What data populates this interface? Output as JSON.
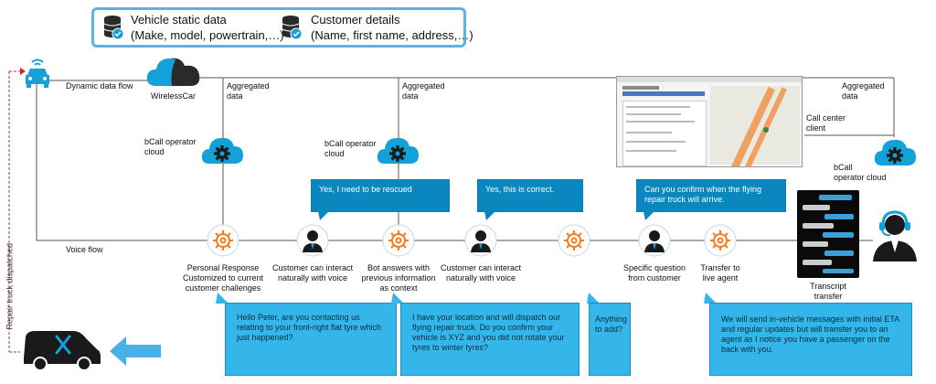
{
  "legend": {
    "vehicle_title": "Vehicle static data",
    "vehicle_sub": "(Make, model, powertrain,…)",
    "customer_title": "Customer details",
    "customer_sub": "(Name, first name, address,…)"
  },
  "labels": {
    "dynamic_data_flow": "Dynamic data flow",
    "wirelesscar": "WirelessCar",
    "aggregated_1": "Aggregated\ndata",
    "aggregated_2": "Aggregated\ndata",
    "aggregated_3": "Aggregated\ndata",
    "bcall_cloud_1": "bCall operator\ncloud",
    "bcall_cloud_2": "bCall operator\ncloud",
    "bcall_cloud_3": "bCall\noperator cloud",
    "call_center_client": "Call center\nclient",
    "voice_flow": "Voice flow",
    "repair_truck": "Repair truck dispatched",
    "transcript_transfer": "Transcript\ntransfer"
  },
  "steps": [
    "Personal Response\nCustomized to current\ncustomer challenges",
    "Customer can interact\nnaturally with voice",
    "Bot answers with\nprevious information\nas context",
    "Customer can interact\nnaturally with voice",
    "Specific question\nfrom customer",
    "Transfer to\nlive agent"
  ],
  "bubbles_top": {
    "rescued": "Yes, I need to be rescued",
    "correct": "Yes, this is correct.",
    "confirm": "Can you confirm when the flying repair truck will arrive."
  },
  "bubbles_bottom": {
    "hello": "Hello Peter, are you contacting us relating to your front-right flat tyre which just happened?",
    "location": "I have your location and will dispatch our flying repair truck. Do you confirm your vehicle is XYZ and you did not rotate your tyres to winter tyres?",
    "anything": "Anything to add?",
    "messages": "We will send in-vehicle messages with initial ETA and regular updates but will transfer you to an agent as I notice you have a passenger on the back with you."
  },
  "colors": {
    "accent": "#14a0d8",
    "legend_border": "#5ab4e0",
    "orange": "#f07f1a",
    "dark_cloud": "#2a2a2a",
    "repair_line": "#c62828"
  },
  "icons": [
    "database-icon",
    "cloud-icon",
    "gear-icon",
    "car-icon",
    "agent-icon",
    "van-icon",
    "tools-icon",
    "arrow-left-icon",
    "speech-icon"
  ]
}
